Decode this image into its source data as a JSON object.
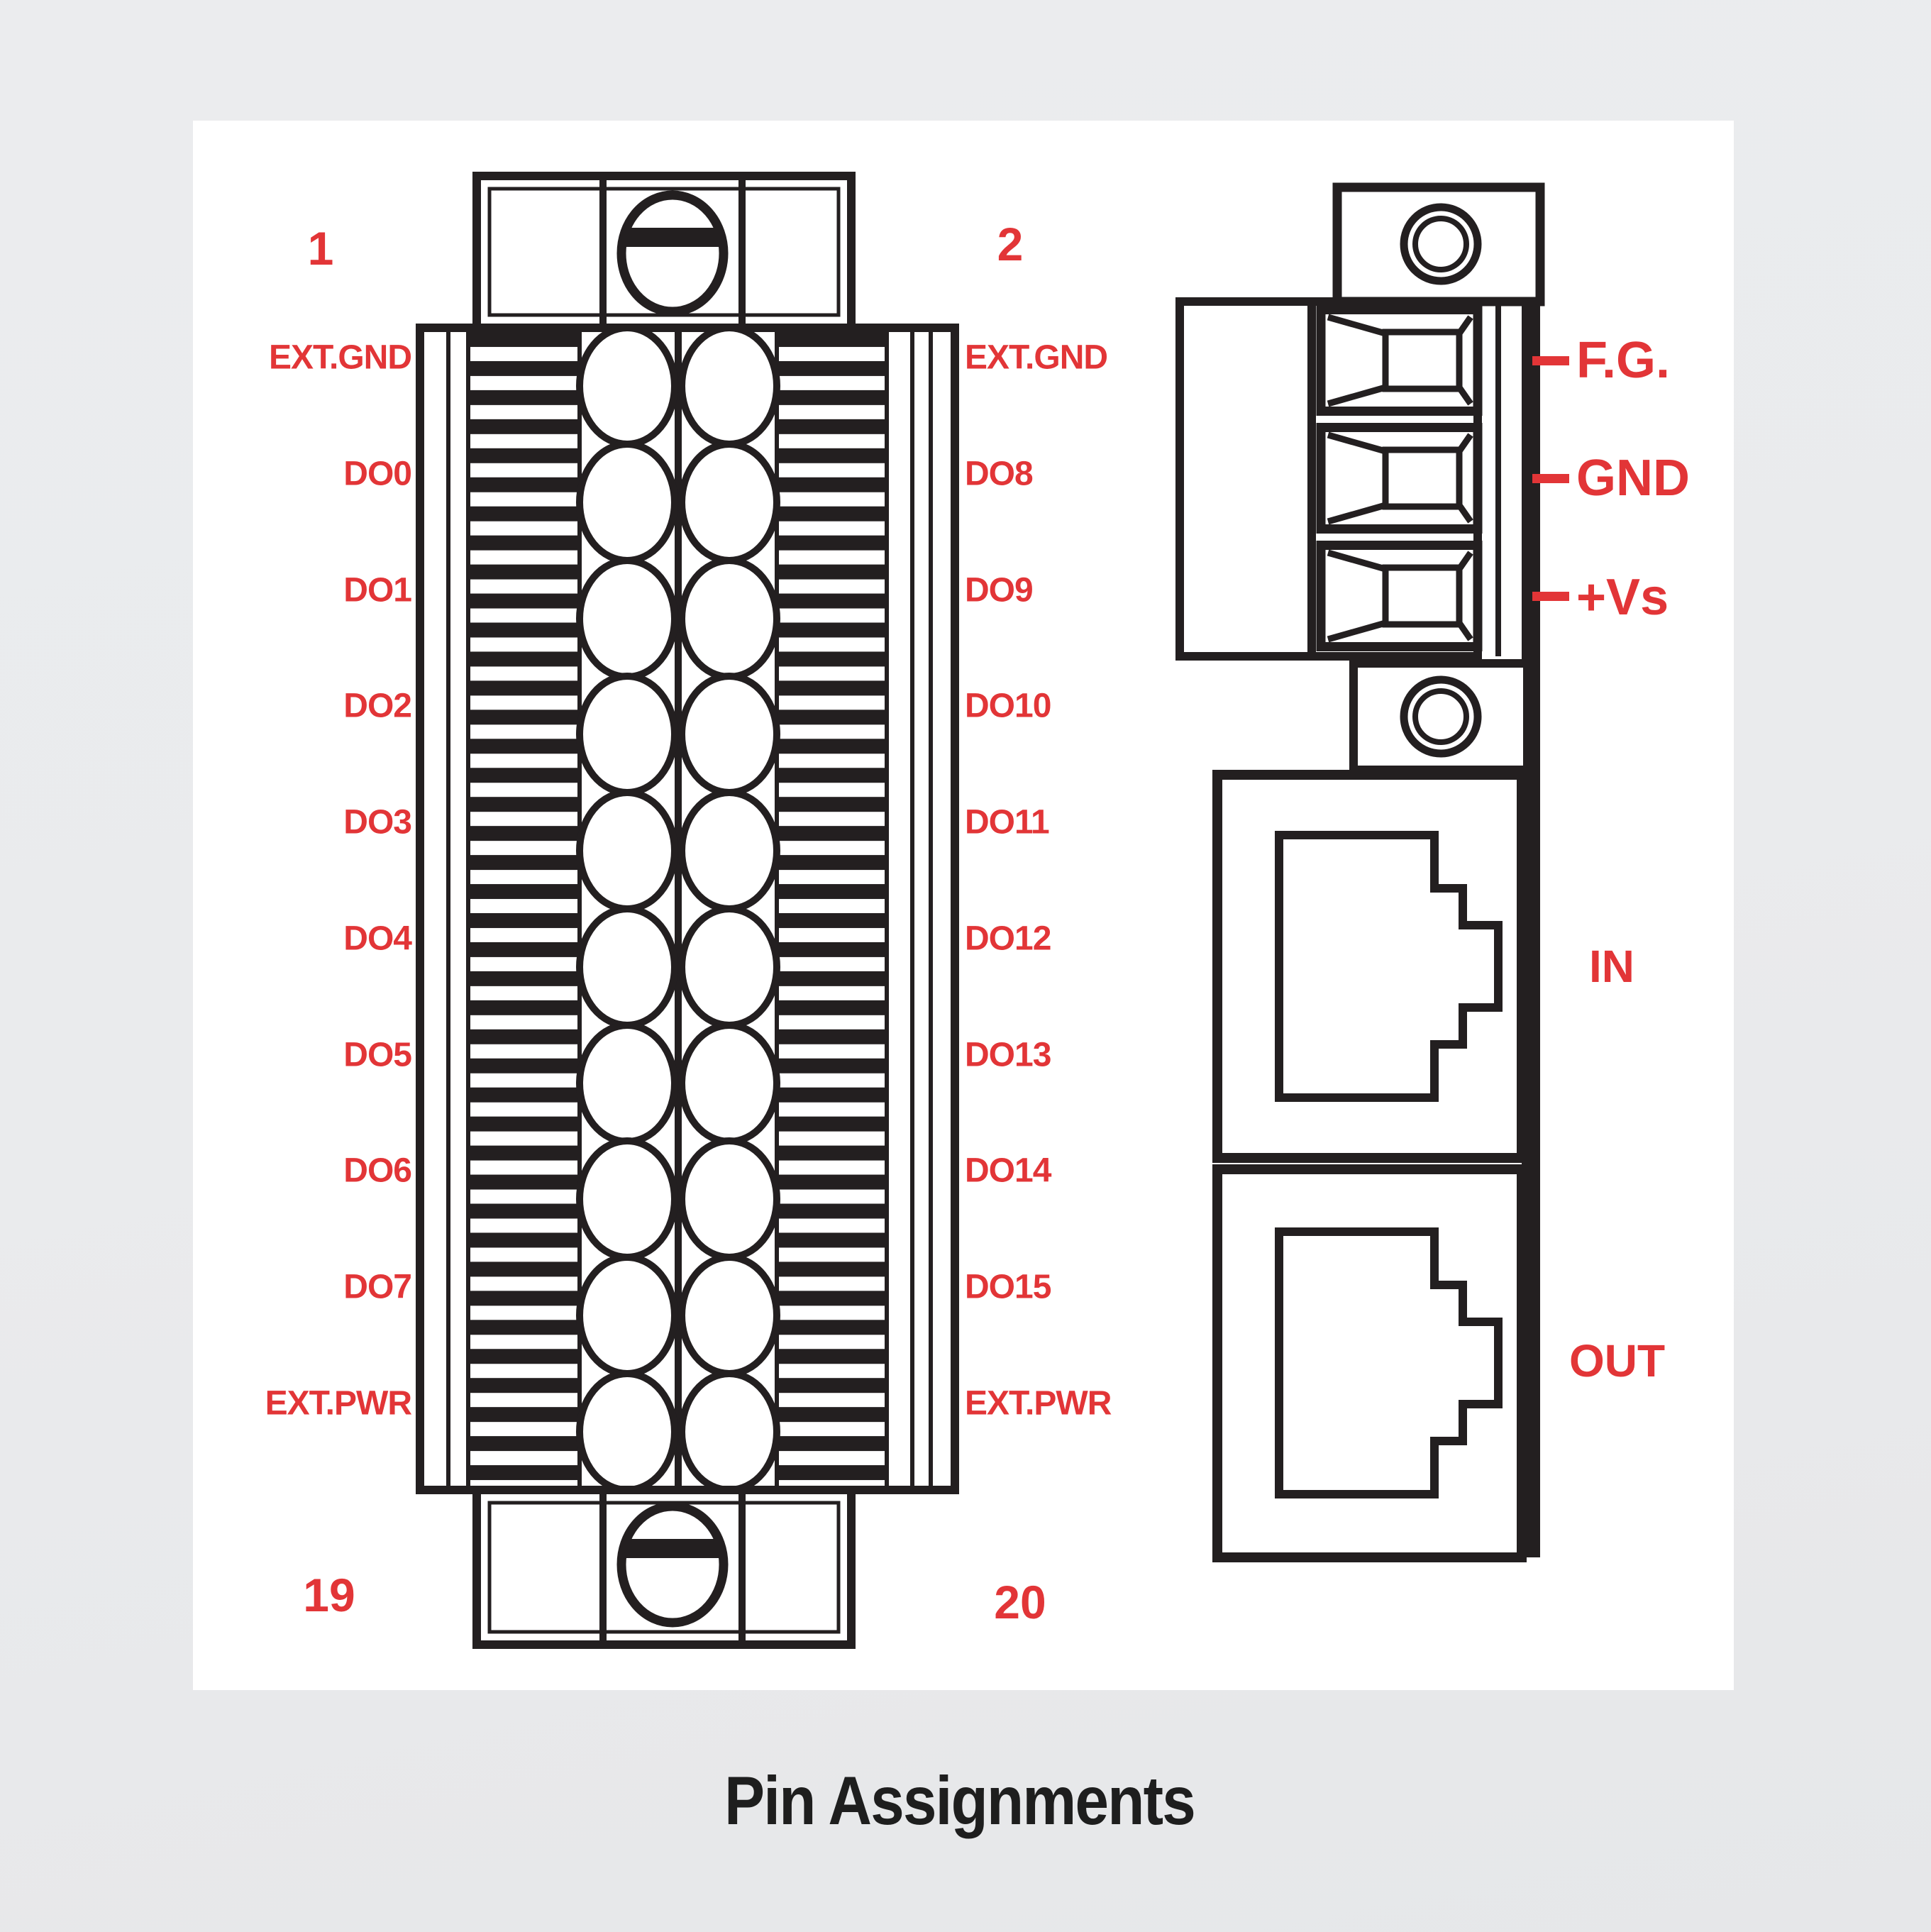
{
  "caption": "Pin Assignments",
  "colors": {
    "label_red": "#e23537",
    "line_black": "#231f20",
    "panel_white": "#ffffff",
    "page_gray": "#eaebed"
  },
  "terminal_connector": {
    "corner_pin_numbers": {
      "top_left": "1",
      "top_right": "2",
      "bottom_left": "19",
      "bottom_right": "20"
    },
    "left_column_labels": [
      "EXT.GND",
      "DO0",
      "DO1",
      "DO2",
      "DO3",
      "DO4",
      "DO5",
      "DO6",
      "DO7",
      "EXT.PWR"
    ],
    "right_column_labels": [
      "EXT.GND",
      "DO8",
      "DO9",
      "DO10",
      "DO11",
      "DO12",
      "DO13",
      "DO14",
      "DO15",
      "EXT.PWR"
    ]
  },
  "io_connector": {
    "power_terminal_labels": [
      "F.G.",
      "GND",
      "+Vs"
    ],
    "rj45_port_labels": [
      "IN",
      "OUT"
    ]
  }
}
